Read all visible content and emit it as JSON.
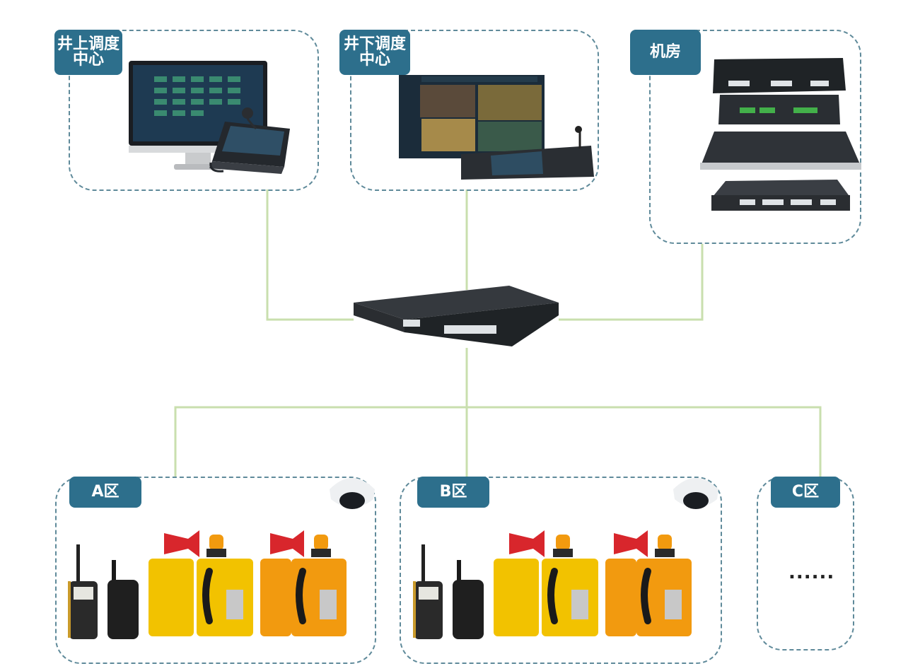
{
  "zones": {
    "surface": {
      "label": "井上调度\n中心"
    },
    "underground": {
      "label": "井下调度\n中心"
    },
    "machine_room": {
      "label": "机房"
    },
    "area_a": {
      "label": "A区"
    },
    "area_b": {
      "label": "B区"
    },
    "area_c": {
      "label": "C区",
      "placeholder": "......"
    }
  },
  "colors": {
    "tag_bg": "#2d6f8c",
    "dash_border": "#5f8a9a",
    "connector": "#c9dfae",
    "device_black": "#1f2326",
    "phone_yellow": "#f2c200",
    "phone_orange": "#f29a0f",
    "horn_red": "#d8262c"
  },
  "icons": {
    "switch": "network-switch-icon",
    "pc": "desktop-monitor-icon",
    "phone": "dispatch-phone-icon",
    "server": "rack-server-icon",
    "camera": "dome-camera-icon",
    "radio": "walkie-talkie-icon",
    "horn": "alarm-horn-icon",
    "beacon": "warning-light-icon",
    "explosion_phone": "explosion-proof-phone-icon"
  }
}
